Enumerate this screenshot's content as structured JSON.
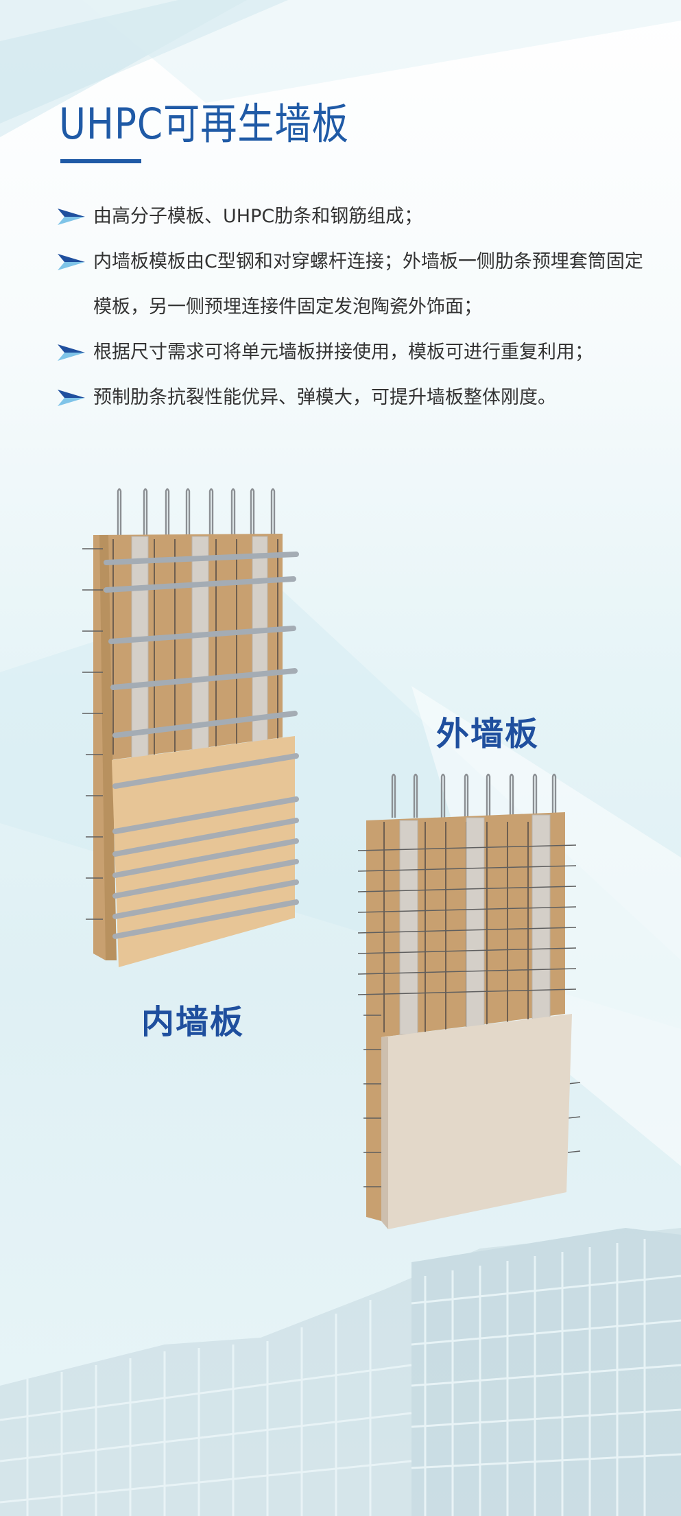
{
  "title": "UHPC可再生墙板",
  "bullets": [
    {
      "text": "由高分子模板、UHPC肋条和钢筋组成；"
    },
    {
      "text": "内墙板模板由C型钢和对穿螺杆连接；外墙板一侧肋条预埋套筒固定模板，另一侧预埋连接件固定发泡陶瓷外饰面；"
    },
    {
      "text": "根据尺寸需求可将单元墙板拼接使用，模板可进行重复利用；"
    },
    {
      "text": "预制肋条抗裂性能优异、弹模大，可提升墙板整体刚度。"
    }
  ],
  "panels": {
    "inner_label": "内墙板",
    "outer_label": "外墙板"
  },
  "colors": {
    "title_blue": "#1f5aa6",
    "label_blue": "#1f4f9e",
    "formwork_wood": "#c8a070",
    "concrete_rib": "#cfcac4",
    "steel_channel": "#a9b0b8",
    "facade_panel": "#e3d8c9"
  }
}
